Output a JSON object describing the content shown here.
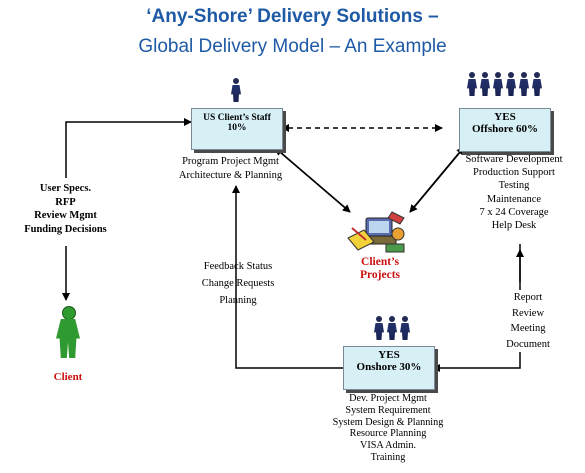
{
  "title": {
    "line1": "‘Any-Shore’ Delivery Solutions –",
    "line2": "Global Delivery Model – An Example"
  },
  "us_staff": {
    "label": "US Client’s  Staff",
    "percent": "10%",
    "tasks": [
      "Program Project Mgmt",
      "Architecture & Planning"
    ]
  },
  "offshore": {
    "label": "YES",
    "sublabel": "Offshore 60%",
    "tasks": [
      "Software Development",
      "Production Support",
      "Testing",
      "Maintenance",
      "7 x 24 Coverage",
      "Help Desk"
    ]
  },
  "onshore": {
    "label": "YES",
    "sublabel": "Onshore 30%",
    "tasks": [
      "Dev. Project Mgmt",
      "System Requirement",
      "System Design & Planning",
      "Resource Planning",
      "VISA Admin.",
      "Training"
    ]
  },
  "client": {
    "inputs": [
      "User Specs.",
      "RFP",
      "Review Mgmt",
      "Funding Decisions"
    ],
    "label": "Client"
  },
  "projects": {
    "line1": "Client’s",
    "line2": "Projects"
  },
  "feedback": [
    "Feedback Status",
    "Change Requests",
    "Planning"
  ],
  "report": [
    "Report",
    "Review",
    "Meeting",
    "Document"
  ],
  "colors": {
    "title": "#1f5aa6",
    "box_fill": "#d6f0f6",
    "client_green": "#2f9a2f",
    "red_label": "#cc1111"
  },
  "icons": [
    "business-people-icon",
    "client-person-icon",
    "projects-clipart-icon"
  ]
}
